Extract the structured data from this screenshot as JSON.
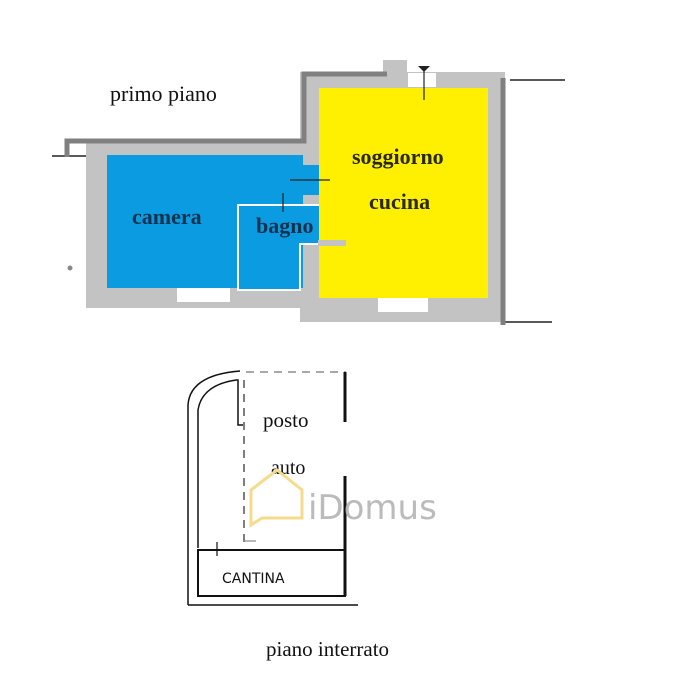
{
  "upper_floor": {
    "label": "primo piano",
    "rooms": {
      "camera": "camera",
      "bagno": "bagno",
      "soggiorno": "soggiorno",
      "cucina": "cucina"
    },
    "colors": {
      "bedroom_bath": "#0a9be0",
      "living": "#ffef00",
      "walls": "#c3c3c3",
      "wall_line": "#808080"
    }
  },
  "basement": {
    "label": "piano interrato",
    "parking_line1": "posto",
    "parking_line2": "auto",
    "cellar": "CANTINA"
  },
  "watermark": {
    "text": "iDomus",
    "logo_color": "#f5dc8c",
    "text_color": "#b4b4b4"
  }
}
